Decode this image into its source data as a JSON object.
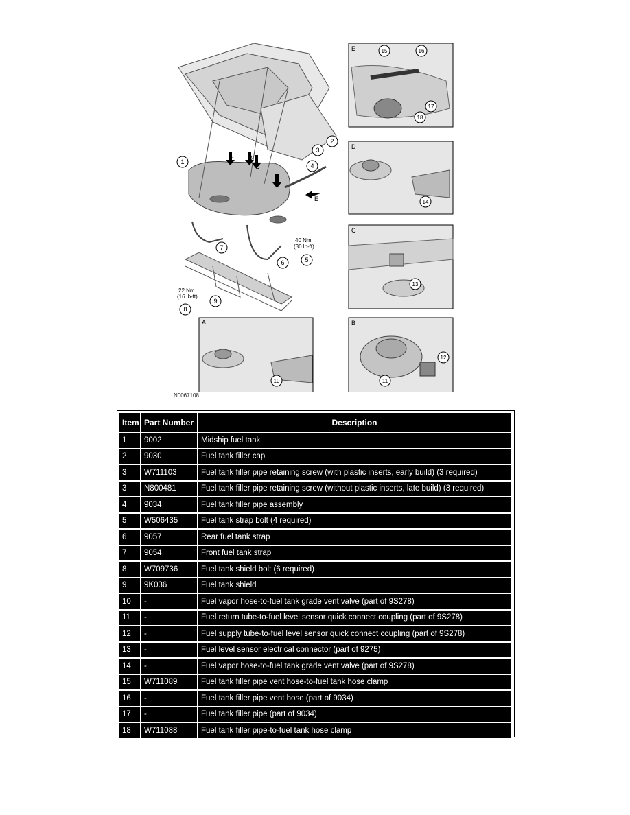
{
  "figure": {
    "figure_id": "N0067108",
    "panel_letters": [
      "E",
      "D",
      "C",
      "A",
      "B"
    ],
    "view_letters": [
      "A",
      "B",
      "C",
      "D",
      "E"
    ],
    "callouts": [
      "1",
      "2",
      "3",
      "4",
      "5",
      "6",
      "7",
      "8",
      "9",
      "10",
      "11",
      "12",
      "13",
      "14",
      "15",
      "16",
      "17",
      "18"
    ],
    "torque_strap": [
      "40 Nm",
      "(30 lb-ft)"
    ],
    "torque_shield": [
      "22 Nm",
      "(16 lb-ft)"
    ]
  },
  "table": {
    "headers": [
      "Item",
      "Part Number",
      "Description"
    ],
    "rows": [
      [
        "1",
        "9002",
        "Midship fuel tank"
      ],
      [
        "2",
        "9030",
        "Fuel tank filler cap"
      ],
      [
        "3",
        "W711103",
        "Fuel tank filler pipe retaining screw (with plastic inserts, early build) (3 required)"
      ],
      [
        "3",
        "N800481",
        "Fuel tank filler pipe retaining screw (without plastic inserts, late build) (3 required)"
      ],
      [
        "4",
        "9034",
        "Fuel tank filler pipe assembly"
      ],
      [
        "5",
        "W506435",
        "Fuel tank strap bolt (4 required)"
      ],
      [
        "6",
        "9057",
        "Rear fuel tank strap"
      ],
      [
        "7",
        "9054",
        "Front fuel tank strap"
      ],
      [
        "8",
        "W709736",
        "Fuel tank shield bolt (6 required)"
      ],
      [
        "9",
        "9K036",
        "Fuel tank shield"
      ],
      [
        "10",
        "-",
        "Fuel vapor hose-to-fuel tank grade vent valve (part of 9S278)"
      ],
      [
        "11",
        "-",
        "Fuel return tube-to-fuel level sensor quick connect coupling (part of 9S278)"
      ],
      [
        "12",
        "-",
        "Fuel supply tube-to-fuel level sensor quick connect coupling (part of 9S278)"
      ],
      [
        "13",
        "-",
        "Fuel level sensor electrical connector (part of 9275)"
      ],
      [
        "14",
        "-",
        "Fuel vapor hose-to-fuel tank grade vent valve (part of 9S278)"
      ],
      [
        "15",
        "W711089",
        "Fuel tank filler pipe vent hose-to-fuel tank hose clamp"
      ],
      [
        "16",
        "-",
        "Fuel tank filler pipe vent hose (part of 9034)"
      ],
      [
        "17",
        "-",
        "Fuel tank filler pipe (part of 9034)"
      ],
      [
        "18",
        "W711088",
        "Fuel tank filler pipe-to-fuel tank hose clamp"
      ]
    ]
  }
}
